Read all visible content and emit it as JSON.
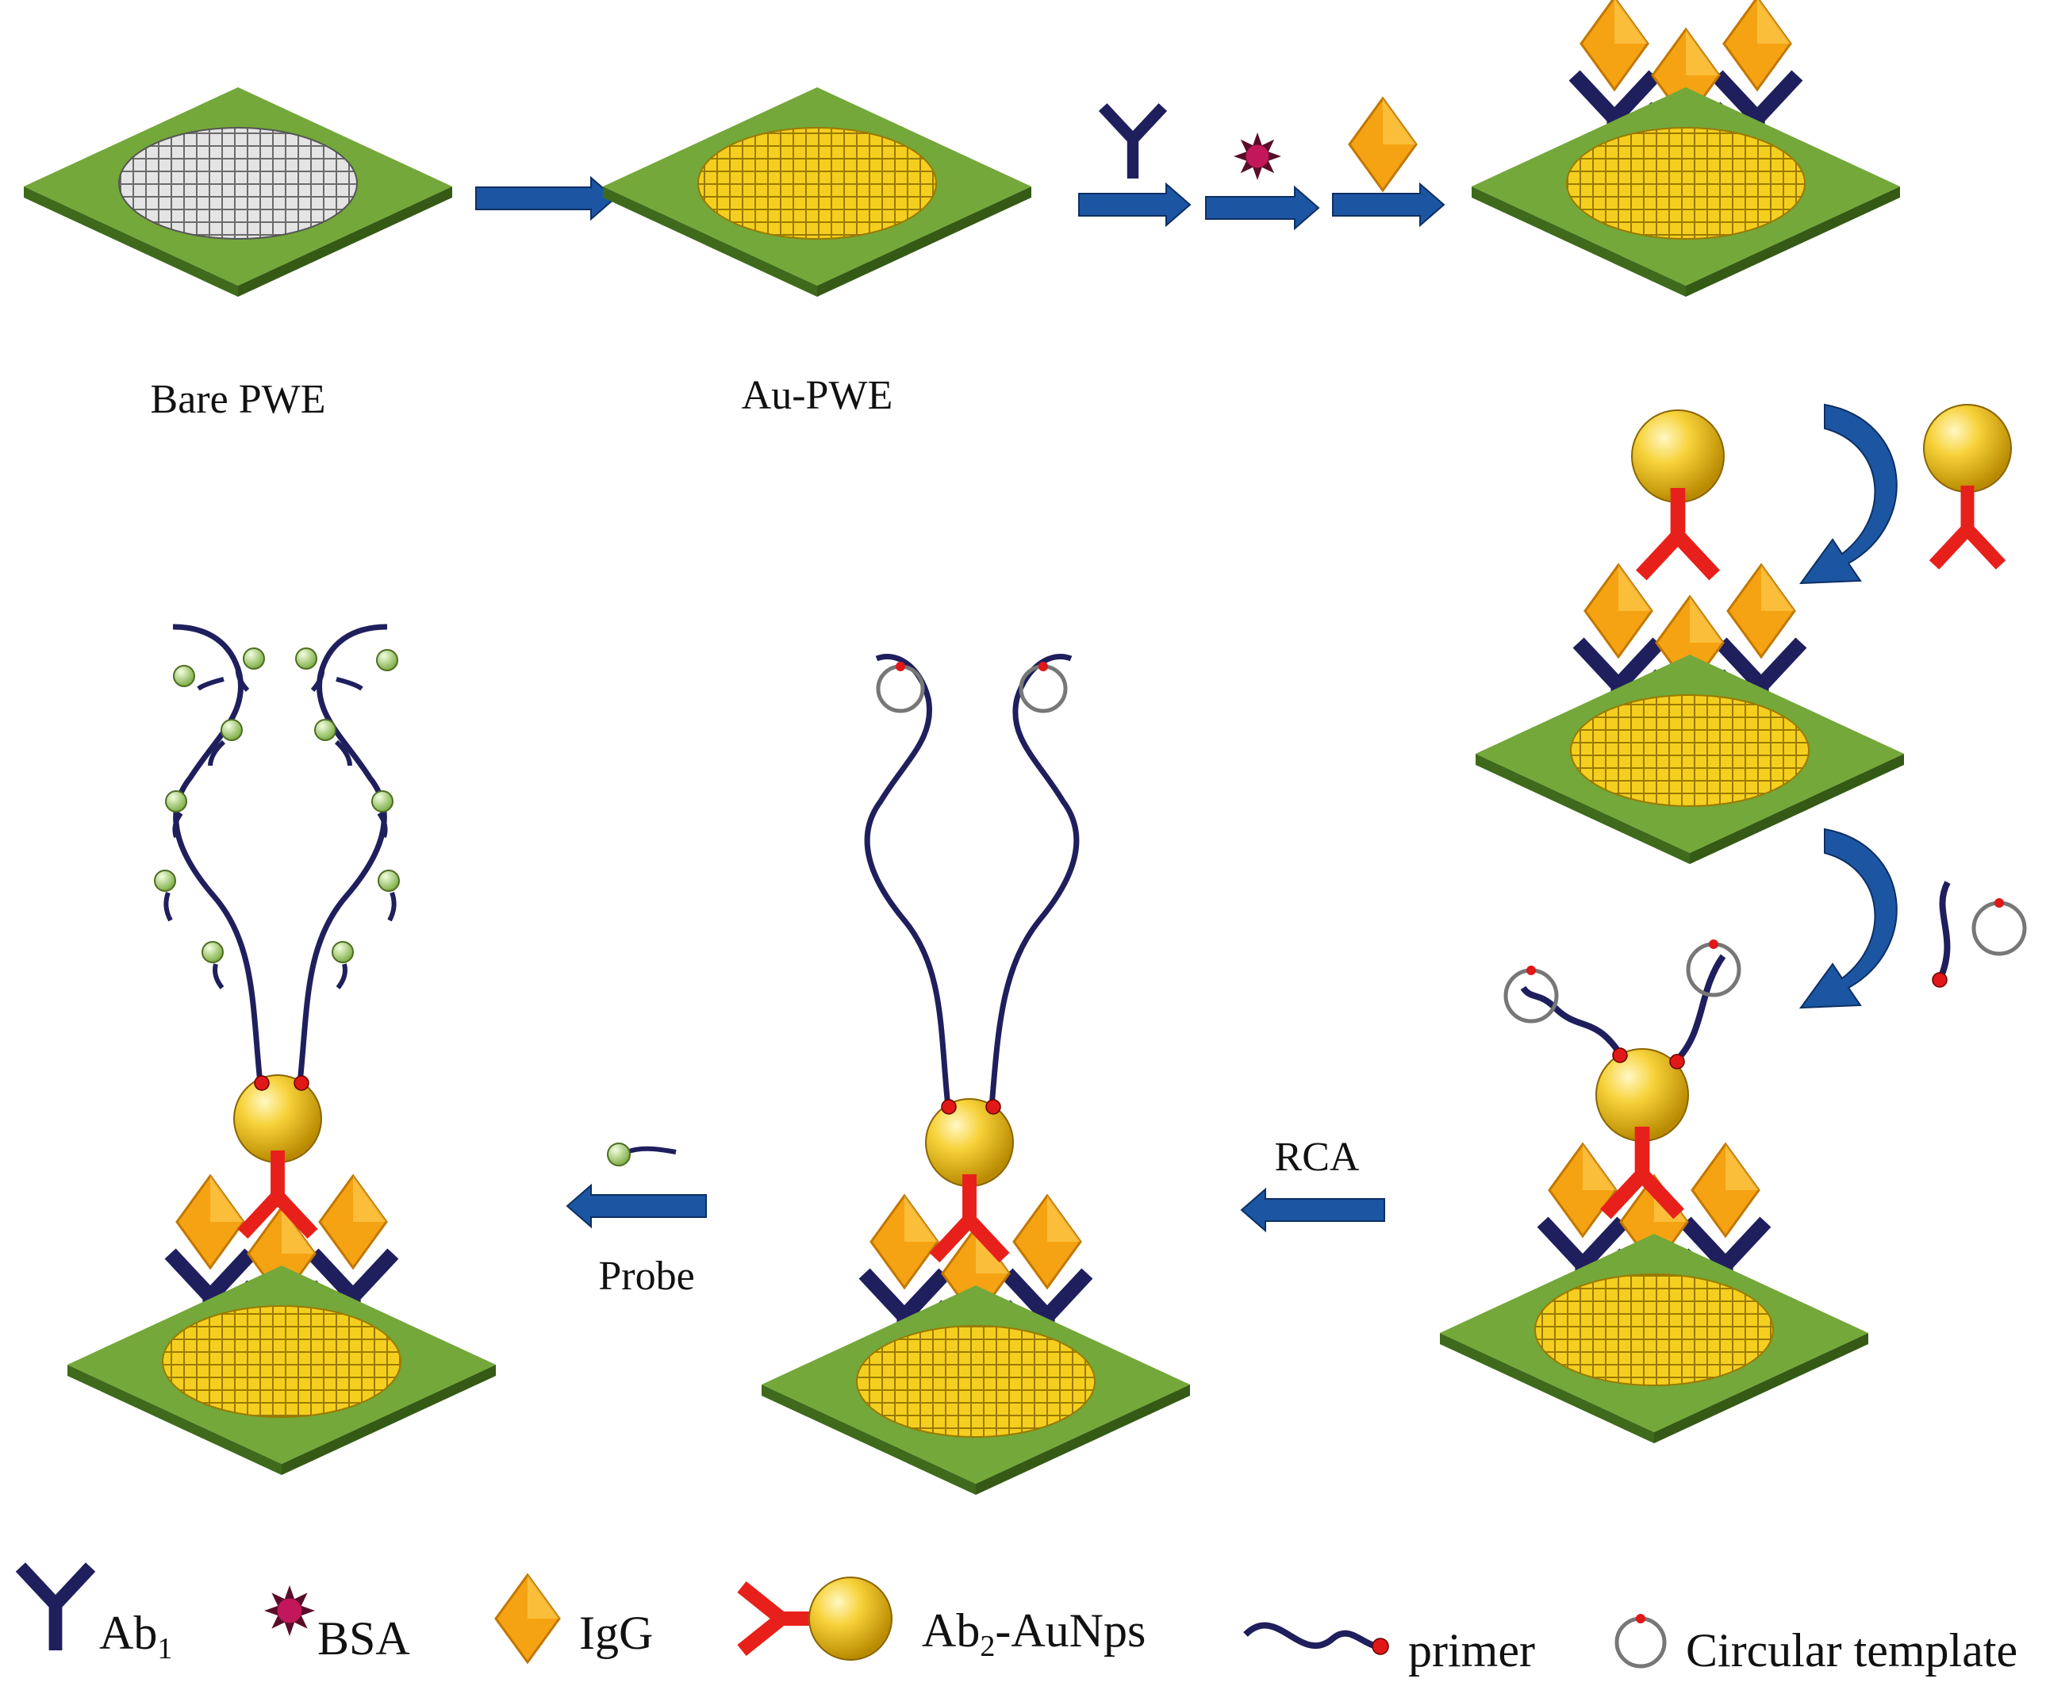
{
  "labels": {
    "bare_pwe": "Bare PWE",
    "au_pwe": "Au-PWE",
    "rca": "RCA",
    "probe": "Probe"
  },
  "legend": {
    "ab1_main": "Ab",
    "ab1_sub": "1",
    "bsa": "BSA",
    "igg": "IgG",
    "ab2_a": "Ab",
    "ab2_sub": "2",
    "ab2_b": "-AuNps",
    "primer": "primer",
    "circular": "Circular template"
  },
  "colors": {
    "board": "#74a83a",
    "board_side": "#3f6a1c",
    "gold": "#f2c21b",
    "arrow": "#1c56a3",
    "antibody1": "#1f1f5e",
    "antibody2": "#e8201b",
    "bsa": "#c2185b",
    "igg": "#f5a312",
    "probe_bead": "#b5d978"
  }
}
